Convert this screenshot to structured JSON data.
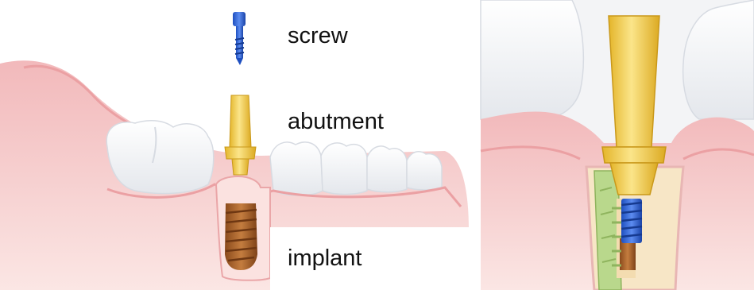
{
  "labels": {
    "screw": "screw",
    "abutment": "abutment",
    "implant": "implant"
  },
  "colors": {
    "gum": "#f4c9c9",
    "gum_edge": "#eaa6a8",
    "gum_light": "#fbe3e1",
    "tooth": "#ffffff",
    "tooth_shade": "#e6e8ec",
    "screw": "#2f63d6",
    "abutment": "#f1d24a",
    "implant": "#a8642c",
    "bone_graft": "#b9d88c",
    "socket": "#f7e6c6"
  }
}
